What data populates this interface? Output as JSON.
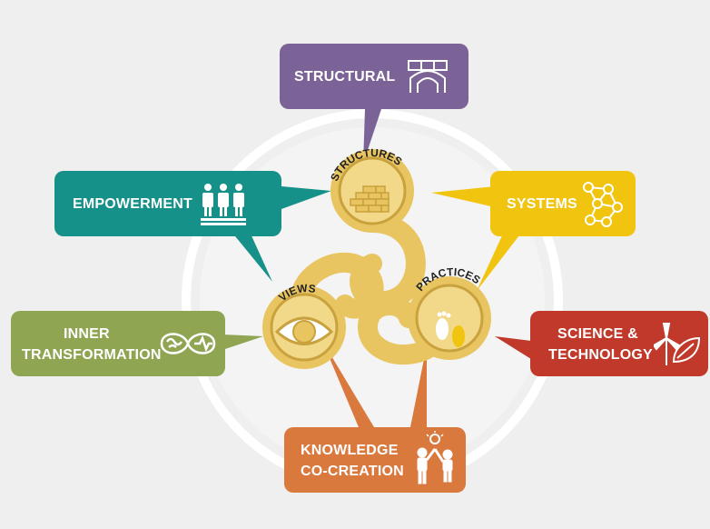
{
  "diagram": {
    "labels": {
      "structural": "STRUCTURAL",
      "systems": "SYSTEMS",
      "empowerment": "EMPOWERMENT",
      "inner_line1": "INNER",
      "inner_line2": "TRANSFORMATION",
      "science_line1": "SCIENCE &",
      "science_line2": "TECHNOLOGY",
      "knowledge_line1": "KNOWLEDGE",
      "knowledge_line2": "CO-CREATION"
    },
    "center": {
      "structures": "STRUCTURES",
      "views": "VIEWS",
      "practices": "PRACTICES"
    },
    "colors": {
      "structural": "#7b6397",
      "systems": "#f1c40f",
      "empowerment": "#16918a",
      "inner": "#8fa552",
      "science": "#c0392b",
      "knowledge": "#d9793e",
      "triskele": "#e8c561",
      "triskele_dark": "#c9a23e",
      "ring": "#ffffff",
      "background": "#efefef"
    },
    "icons": [
      "bridge-icon",
      "network-icon",
      "people-icon",
      "brain-heart-icon",
      "turbine-leaf-icon",
      "idea-people-icon",
      "brick-wall-icon",
      "eye-icon",
      "footprint-icon"
    ]
  }
}
